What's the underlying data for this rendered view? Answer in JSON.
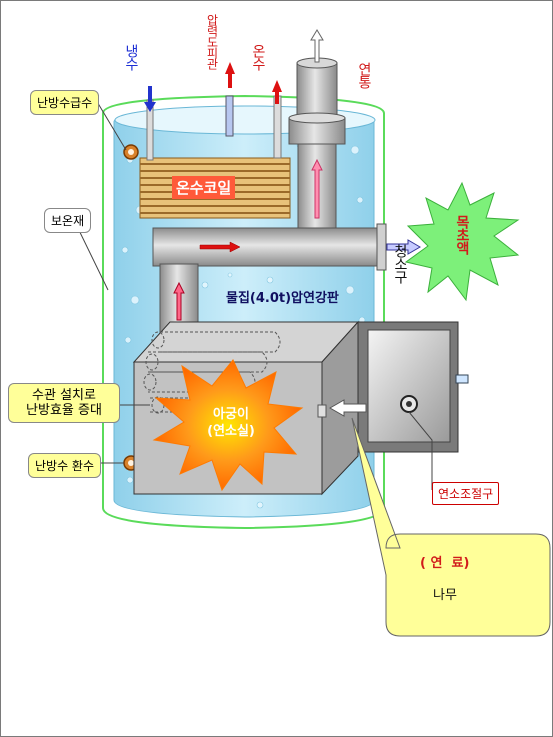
{
  "labels": {
    "cold_water": "냉수",
    "pressure_gauge": "압력도피관",
    "hot_water": "온수",
    "chimney": "연통",
    "heating_supply": "난방수급수",
    "hot_water_coil": "온수코일",
    "insulation": "보온재",
    "cleanout": "청소구",
    "wood_vinegar": "목초액",
    "water_jacket": "물집(4.0t)압연강판",
    "water_tube_note_line1": "수관 설치로",
    "water_tube_note_line2": "난방효율 증대",
    "heating_return": "난방수  환수",
    "firebox_line1": "아궁이",
    "firebox_line2": "(연소실)",
    "combustion_regulator": "연소조절구",
    "fuel_title": "( 연  료)",
    "fuel_item": "나무"
  },
  "colors": {
    "water": "#a8dbee",
    "steel": "#a9a9a9",
    "coil": "#e9c37a",
    "fire": "#ff8c1a",
    "vinegar_burst": "#7df07a",
    "label_box": "#ffff99",
    "insulation_outline": "#5adb5a",
    "arrow_red": "#cc0000",
    "arrow_blue": "#2233cc"
  },
  "icons": [
    "red-up-arrow",
    "blue-down-arrow",
    "white-up-arrow",
    "white-left-arrow",
    "damper-knob"
  ]
}
